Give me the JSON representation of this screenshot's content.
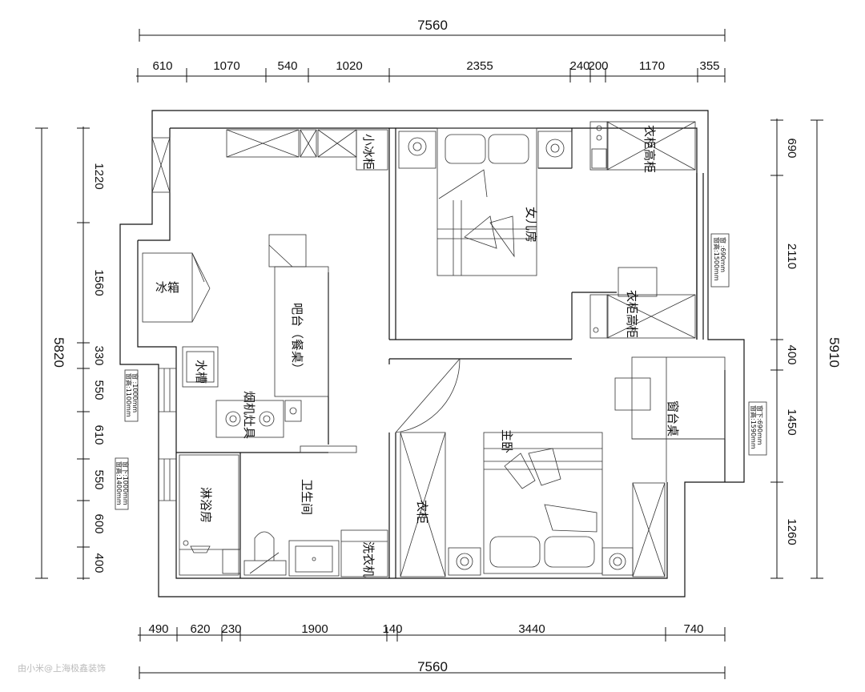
{
  "dimensions": {
    "top_total": "7560",
    "top_segments": [
      "610",
      "1070",
      "540",
      "1020",
      "2355",
      "240",
      "200",
      "1170",
      "355"
    ],
    "bottom_total": "7560",
    "bottom_segments": [
      "490",
      "620",
      "230",
      "1900",
      "140",
      "3440",
      "740"
    ],
    "left_total": "5820",
    "left_segments": [
      "1220",
      "1560",
      "330",
      "550",
      "610",
      "550",
      "600",
      "400"
    ],
    "right_total": "5910",
    "right_segments": [
      "690",
      "2110",
      "400",
      "1450",
      "1260"
    ]
  },
  "rooms": {
    "mini_fridge_cabinet": "小冰柜",
    "fridge": "冰箱",
    "bar_counter": "吧台（餐桌）",
    "sink": "水槽",
    "hood_stove": "烟机灶具",
    "shower": "淋浴房",
    "bathroom": "卫生间",
    "washer": "洗衣机",
    "wardrobe": "衣柜",
    "master_bedroom": "主卧",
    "bay_window_table": "窗台桌",
    "girls_room": "女儿房",
    "tall_wardrobe_top": "衣柜高柜",
    "tall_wardrobe_bottom": "衣柜高柜"
  },
  "notes": {
    "kitchen_window_1": "窗 :1000mm",
    "kitchen_window_2": "窗高:1100mm",
    "bath_window_1": "窗下:1000mm",
    "bath_window_2": "窗高:1400mm",
    "girls_window_1": "窗 :690mm",
    "girls_window_2": "窗高:1500mm",
    "master_window_1": "窗下:690mm",
    "master_window_2": "窗高:1590mm"
  },
  "watermark": "由小米@上海极鑫装饰"
}
